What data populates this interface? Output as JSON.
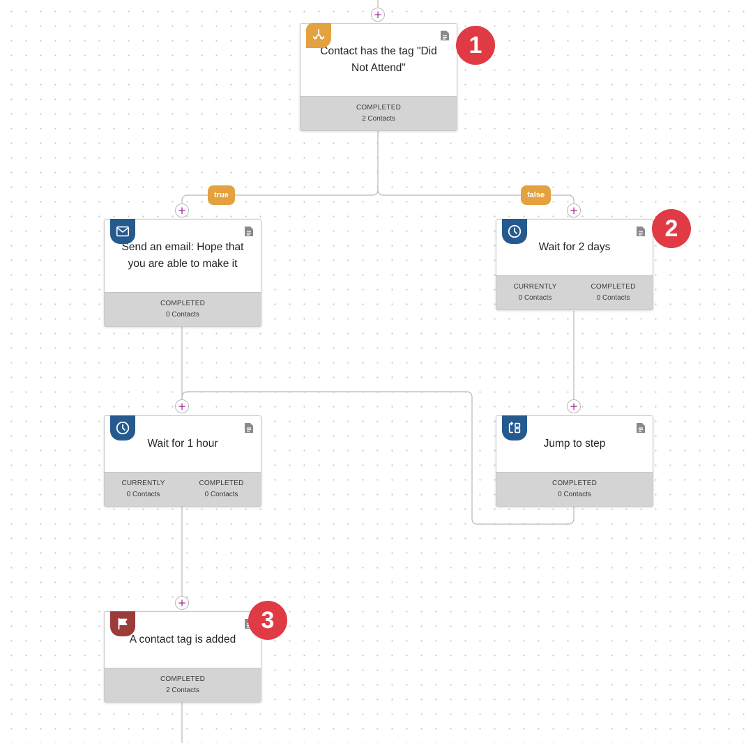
{
  "colors": {
    "condition": "#e4a13f",
    "action": "#255a8e",
    "trigger": "#9d3b3b",
    "stats_bg": "#d4d4d4",
    "add_button": "#a31fa0",
    "marker": "#e03a45",
    "connector": "#b8b8b8"
  },
  "add_symbol": "+",
  "branches": {
    "true_label": "true",
    "false_label": "false"
  },
  "markers": [
    "1",
    "2",
    "3"
  ],
  "nodes": {
    "condition": {
      "icon": "split-arrows-icon",
      "title": "Contact has the tag \"Did Not Attend\"",
      "stats": [
        {
          "label": "COMPLETED",
          "value": "2 Contacts"
        }
      ]
    },
    "send_email": {
      "icon": "envelope-icon",
      "title": "Send an email: Hope that you are able to make it",
      "stats": [
        {
          "label": "COMPLETED",
          "value": "0 Contacts"
        }
      ]
    },
    "wait_2_days": {
      "icon": "clock-icon",
      "title": "Wait for 2 days",
      "stats": [
        {
          "label": "CURRENTLY",
          "value": "0 Contacts"
        },
        {
          "label": "COMPLETED",
          "value": "0 Contacts"
        }
      ]
    },
    "wait_1_hour": {
      "icon": "clock-icon",
      "title": "Wait for 1 hour",
      "stats": [
        {
          "label": "CURRENTLY",
          "value": "0 Contacts"
        },
        {
          "label": "COMPLETED",
          "value": "0 Contacts"
        }
      ]
    },
    "jump_to_step": {
      "icon": "jump-step-icon",
      "title": "Jump to step",
      "stats": [
        {
          "label": "COMPLETED",
          "value": "0 Contacts"
        }
      ]
    },
    "tag_added": {
      "icon": "flag-icon",
      "title": "A contact tag is added",
      "stats": [
        {
          "label": "COMPLETED",
          "value": "2 Contacts"
        }
      ]
    }
  }
}
